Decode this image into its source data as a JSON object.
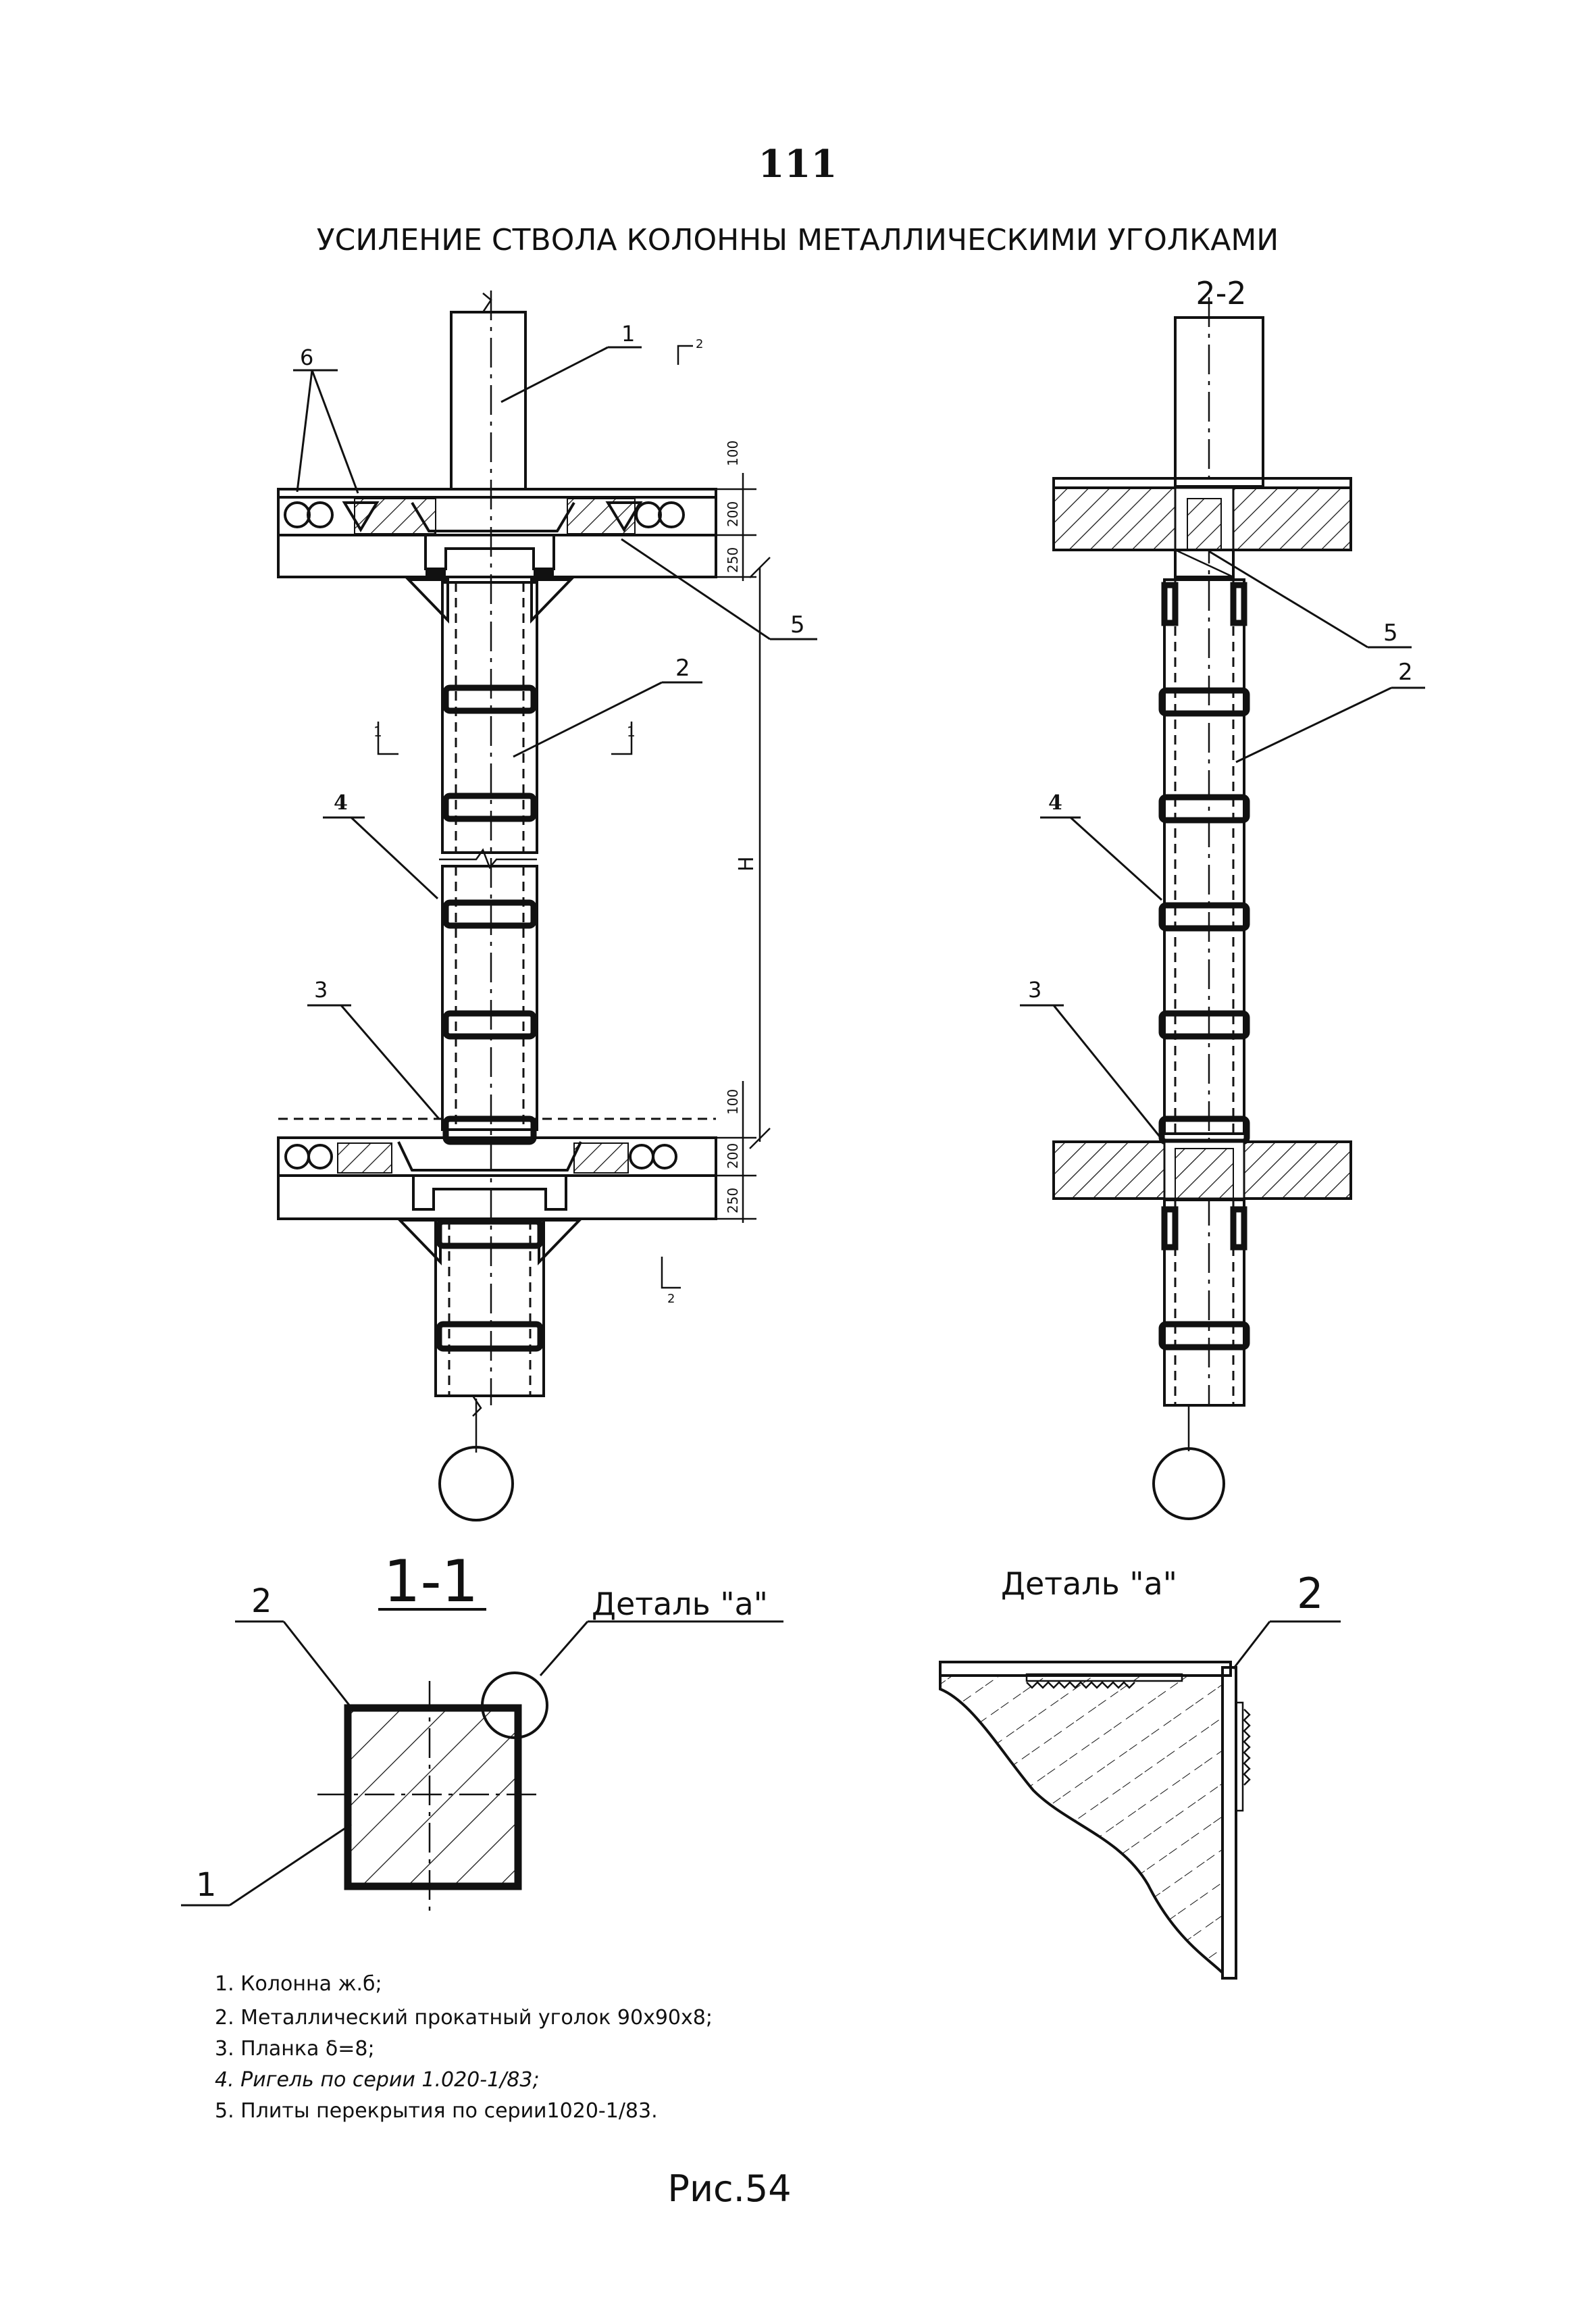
{
  "page_number": "111",
  "title": "УСИЛЕНИЕ СТВОЛА КОЛОННЫ МЕТАЛЛИЧЕСКИМИ УГОЛКАМИ",
  "section_2_2": "2-2",
  "section_1_1": "1-1",
  "cut_marks": {
    "a": "2",
    "b": "2",
    "c": "1",
    "d": "1"
  },
  "callouts": {
    "c1": "1",
    "c2": "2",
    "c3": "3",
    "c4": "4",
    "c5": "5",
    "c6": "6",
    "r2": "2",
    "r3": "3",
    "r4": "4",
    "r5": "5",
    "s1": "1",
    "s2": "2",
    "d2": "2"
  },
  "dims": {
    "d100a": "100",
    "d200a": "200",
    "d250a": "250",
    "d100b": "100",
    "d200b": "200",
    "d250b": "250",
    "H": "H"
  },
  "detail_label_left": "Деталь \"а\"",
  "detail_label_right": "Деталь \"а\"",
  "legend": [
    "1. Колонна ж.б;",
    "2. Металлический прокатный уголок 90х90х8;",
    "3. Планка δ=8;",
    "4. Ригель по серии 1.020-1/83;",
    "5. Плиты перекрытия по серии1020-1/83."
  ],
  "figure_caption": "Рис.54"
}
